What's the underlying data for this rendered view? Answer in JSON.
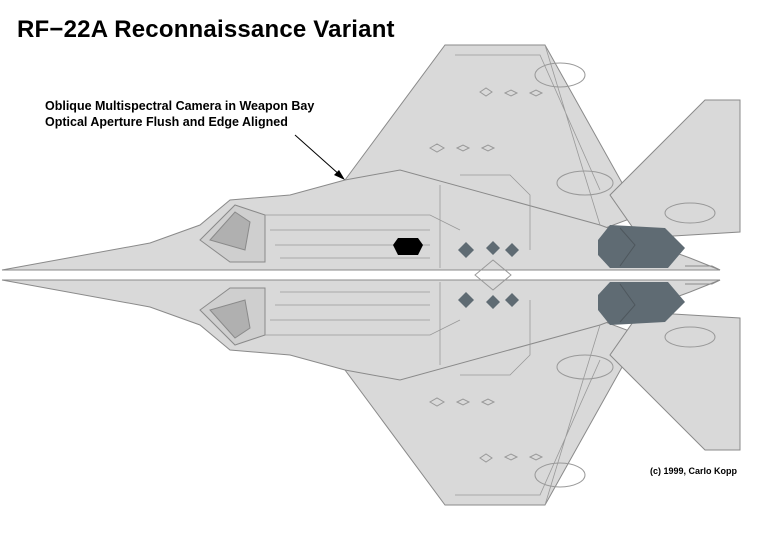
{
  "title": "RF−22A Reconnaissance Variant",
  "annotation": {
    "line1": "Oblique Multispectral Camera in Weapon Bay",
    "line2": "Optical Aperture Flush and Edge Aligned"
  },
  "copyright": "(c) 1999, Carlo Kopp",
  "colors": {
    "airframe": "#d9d9d9",
    "outline": "#8a8a8a",
    "nozzle": "#5f6b73",
    "camera": "#000000"
  }
}
